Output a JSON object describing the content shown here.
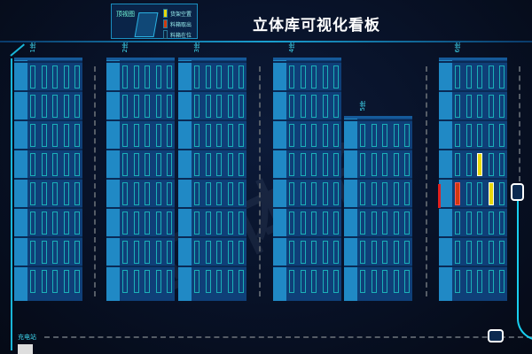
{
  "title": "立体库可视化看板",
  "legend": {
    "top_view": "顶视图",
    "items": [
      {
        "label": "货架空置",
        "color": "#e8d80c"
      },
      {
        "label": "料箱取出",
        "color": "#d03a10"
      },
      {
        "label": "料箱在位",
        "color": "#0c2440"
      }
    ]
  },
  "racks": [
    {
      "label": "1排",
      "rows": 8,
      "cols": 5,
      "cells": []
    },
    {
      "label": "2排",
      "rows": 8,
      "cols": 5,
      "cells": []
    },
    {
      "label": "3排",
      "rows": 8,
      "cols": 5,
      "cells": []
    },
    {
      "label": "4排",
      "rows": 8,
      "cols": 5,
      "cells": []
    },
    {
      "label": "5排",
      "rows": 6,
      "cols": 5,
      "cells": []
    },
    {
      "label": "6排",
      "rows": 8,
      "cols": 5,
      "cells": [
        {
          "row": 3,
          "col": 2,
          "status": "yellow"
        },
        {
          "row": 4,
          "col": 0,
          "status": "red"
        },
        {
          "row": 4,
          "col": 3,
          "status": "yellow"
        }
      ]
    }
  ],
  "charging_station": "充电站",
  "watermark": "立体仓库"
}
